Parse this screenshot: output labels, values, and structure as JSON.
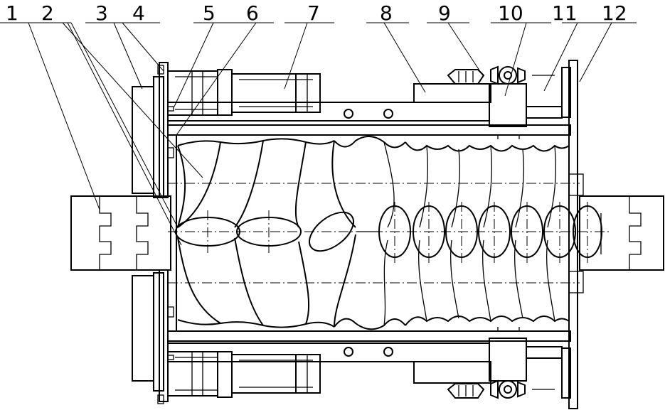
{
  "callouts": [
    {
      "num": "1",
      "part": "part-1"
    },
    {
      "num": "2",
      "part": "part-2"
    },
    {
      "num": "3",
      "part": "part-3"
    },
    {
      "num": "4",
      "part": "part-4"
    },
    {
      "num": "5",
      "part": "part-5"
    },
    {
      "num": "6",
      "part": "part-6"
    },
    {
      "num": "7",
      "part": "part-7"
    },
    {
      "num": "8",
      "part": "part-8"
    },
    {
      "num": "9",
      "part": "part-9"
    },
    {
      "num": "10",
      "part": "part-10"
    },
    {
      "num": "11",
      "part": "part-11"
    },
    {
      "num": "12",
      "part": "part-12"
    }
  ]
}
